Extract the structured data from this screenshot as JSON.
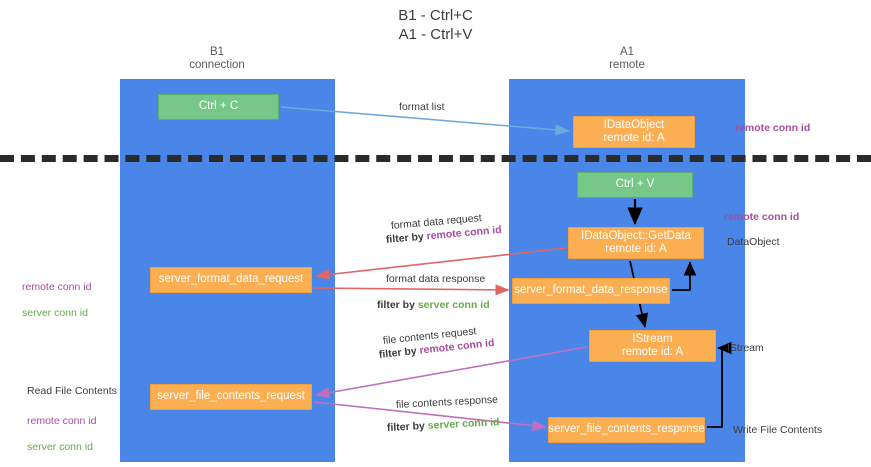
{
  "title": "B1 - Ctrl+C\nA1 - Ctrl+V",
  "columns": {
    "left": {
      "name": "B1",
      "role": "connection",
      "header": "B1\nconnection"
    },
    "right": {
      "name": "A1",
      "role": "remote",
      "header": "A1\nremote"
    }
  },
  "colors": {
    "lane": "#4a86e8",
    "green_node": "#76c788",
    "orange_node": "#fbae52",
    "divider": "#2b2b2b",
    "purple_label": "#a64d9e",
    "green_label": "#6aa84f",
    "blue_arrow": "#6fa8dc",
    "red_arrow": "#e06666",
    "magenta_arrow": "#c06fc0",
    "black_arrow": "#000000"
  },
  "nodes": {
    "ctrl_c": "Ctrl + C",
    "idataobject_remote": "IDataObject\nremote id: A",
    "ctrl_v": "Ctrl + V",
    "getdata": "IDataObject::GetData\nremote id: A",
    "server_format_data_request": "server_format_data_request",
    "server_format_data_response": "server_format_data_response",
    "istream": "IStream\nremote id: A",
    "server_file_contents_request": "server_file_contents_request",
    "server_file_contents_response": "server_file_contents_response"
  },
  "edge_labels": {
    "format_list": "format list",
    "format_data_request": "format data request",
    "filter_by_remote_conn_id": "filter by ",
    "remote_conn_id": "remote conn id",
    "format_data_response": "format data response",
    "filter_by_server_conn_id": "filter by ",
    "server_conn_id": "server conn id",
    "file_contents_request": "file contents request",
    "file_contents_response": "file contents response"
  },
  "side_labels": {
    "remote_conn_id_top": "remote conn id",
    "remote_conn_id_mid": "remote conn id",
    "data_object": "DataObject",
    "istream": "IStream",
    "write_file_contents": "Write File Contents",
    "read_file_contents": "Read File Contents",
    "left_mid_remote": "remote conn id",
    "left_mid_server": "server conn id",
    "left_bot_remote": "remote conn id",
    "left_bot_server": "server conn id"
  }
}
